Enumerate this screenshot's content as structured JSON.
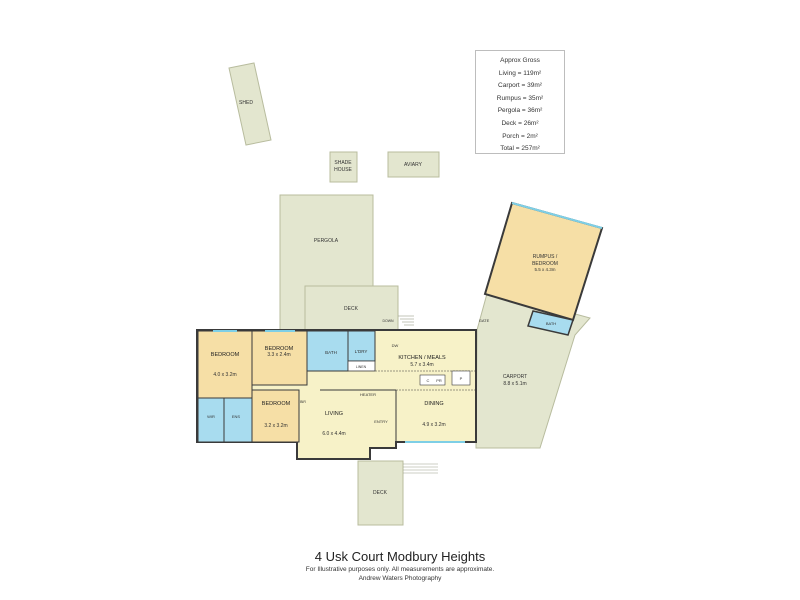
{
  "legend": {
    "heading": "Approx Gross",
    "items": [
      "Living = 119m²",
      "Carport = 39m²",
      "Rumpus = 35m²",
      "Pergola = 36m²",
      "Deck = 26m²",
      "Porch = 2m²",
      "Total = 257m²"
    ]
  },
  "rooms": {
    "shed": "SHED",
    "shade_house_1": "SHADE",
    "shade_house_2": "HOUSE",
    "aviary": "AVIARY",
    "pergola": "PERGOLA",
    "deck_top": "DECK",
    "deck_bottom": "DECK",
    "dn_pergola": "DOWN",
    "dn_deck": "DOWN",
    "rumpus_name_1": "RUMPUS /",
    "rumpus_name_2": "BEDROOM",
    "rumpus_size": "5.5 x 4.3m",
    "bath_rumpus": "BATH",
    "gate": "GATE",
    "carport_name": "CARPORT",
    "carport_size": "8.8 x 5.1m",
    "bedroom1_name": "BEDROOM",
    "bedroom1_size": "4.0 x 3.2m",
    "bedroom2_name": "BEDROOM",
    "bedroom2_size": "3.3 x 2.4m",
    "bedroom3_name": "BEDROOM",
    "bedroom3_size": "3.2 x 3.2m",
    "bath": "BATH",
    "ldry": "L'DRY",
    "linen": "LINEN",
    "kitchen_name": "KITCHEN / MEALS",
    "kitchen_size": "5.7 x 3.4m",
    "dw": "DW",
    "c": "C",
    "pr": "PR",
    "p": "P",
    "heater": "HEATER",
    "living_name": "LIVING",
    "living_size": "6.0 x 4.4m",
    "entry": "ENTRY",
    "dining_name": "DINING",
    "dining_size": "4.9 x 3.2m",
    "wir": "WIR",
    "ens": "ENS",
    "bir": "BIR"
  },
  "footer": {
    "address": "4 Usk Court Modbury Heights",
    "disclaimer": "For Illustrative purposes only.  All measurements are approximate.",
    "credit": "Andrew Waters Photography"
  },
  "colors": {
    "outdoor": "#e3e6cf",
    "outdoor_line": "#b8bc9e",
    "bedroom": "#f6dfa6",
    "wet": "#a8dcef",
    "living": "#f7f2c8",
    "wall": "#3a3a3a",
    "glass": "#7ecfe6"
  }
}
